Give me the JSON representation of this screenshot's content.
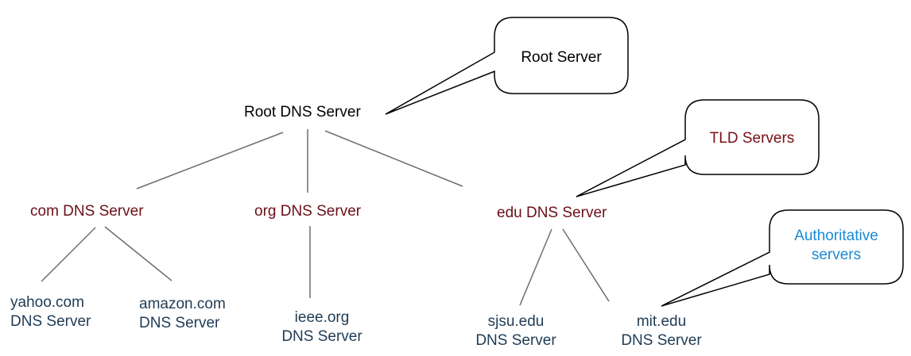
{
  "root": {
    "label": "Root DNS Server"
  },
  "tld": {
    "com": "com DNS Server",
    "org": "org DNS Server",
    "edu": "edu DNS Server"
  },
  "authoritative": {
    "yahoo": {
      "line1": "yahoo.com",
      "line2": "DNS Server"
    },
    "amazon": {
      "line1": "amazon.com",
      "line2": "DNS Server"
    },
    "ieee": {
      "line1": "ieee.org",
      "line2": "DNS Server"
    },
    "sjsu": {
      "line1": "sjsu.edu",
      "line2": "DNS Server"
    },
    "mit": {
      "line1": "mit.edu",
      "line2": "DNS Server"
    }
  },
  "callouts": {
    "root": "Root Server",
    "tld": "TLD Servers",
    "auth_line1": "Authoritative",
    "auth_line2": "servers"
  },
  "colors": {
    "line": "#6e6e6e",
    "root_text": "#000000",
    "tld_text": "#6b0f16",
    "auth_text": "#1f3c56",
    "callout_root_text": "#000000",
    "callout_tld_text": "#7a0f14",
    "callout_auth_text": "#1b8ad6"
  }
}
